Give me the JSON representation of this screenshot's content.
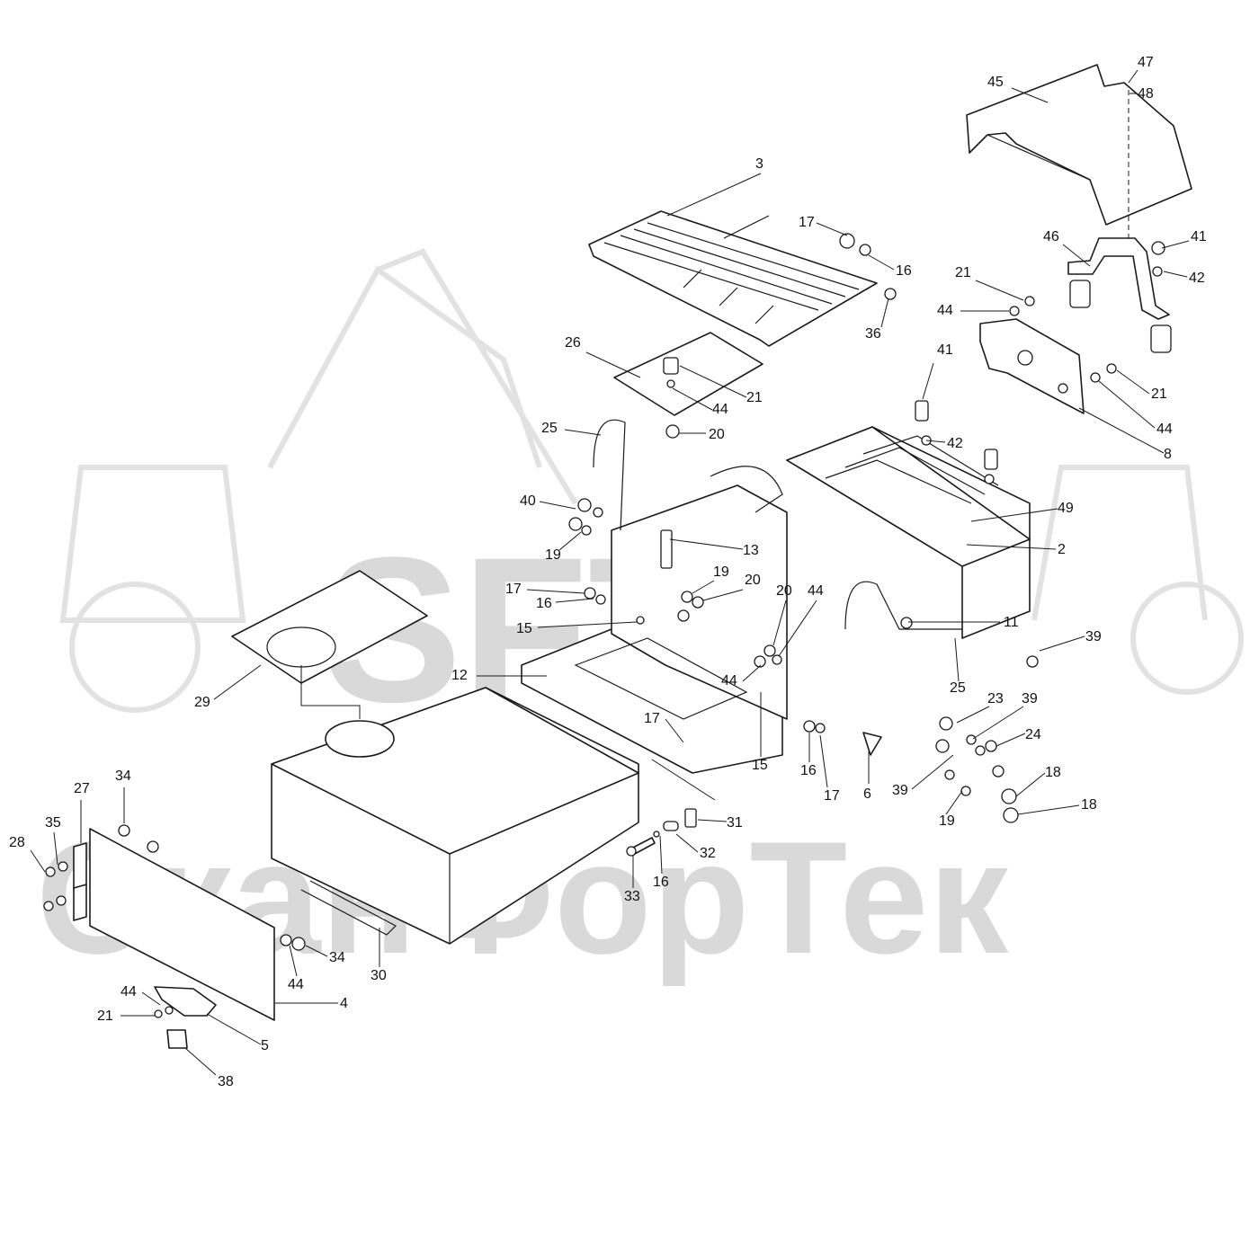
{
  "watermark": {
    "logo_text": "SFT",
    "company_text": "СканФорТек",
    "color": "#d9d9d9"
  },
  "parts": {
    "fuel_tank": "fuel-tank",
    "frame": "seat-frame",
    "battery_box": "battery-box",
    "step_grate": "step-grate",
    "cover": "hood-cover",
    "bracket_plate": "bracket-plate",
    "side_panel": "side-panel",
    "gasket_sheet": "gasket-sheet"
  },
  "callouts": [
    {
      "id": "c47",
      "label": "47"
    },
    {
      "id": "c48",
      "label": "48"
    },
    {
      "id": "c45",
      "label": "45"
    },
    {
      "id": "c3",
      "label": "3"
    },
    {
      "id": "c17a",
      "label": "17"
    },
    {
      "id": "c16a",
      "label": "16"
    },
    {
      "id": "c36",
      "label": "36"
    },
    {
      "id": "c46",
      "label": "46"
    },
    {
      "id": "c41a",
      "label": "41"
    },
    {
      "id": "c42a",
      "label": "42"
    },
    {
      "id": "c21a",
      "label": "21"
    },
    {
      "id": "c44a",
      "label": "44"
    },
    {
      "id": "c26",
      "label": "26"
    },
    {
      "id": "c21b",
      "label": "21"
    },
    {
      "id": "c44b",
      "label": "44"
    },
    {
      "id": "c21c",
      "label": "21"
    },
    {
      "id": "c44c",
      "label": "44"
    },
    {
      "id": "c41b",
      "label": "41"
    },
    {
      "id": "c8",
      "label": "8"
    },
    {
      "id": "c25a",
      "label": "25"
    },
    {
      "id": "c20a",
      "label": "20"
    },
    {
      "id": "c42b",
      "label": "42"
    },
    {
      "id": "c40",
      "label": "40"
    },
    {
      "id": "c49",
      "label": "49"
    },
    {
      "id": "c19a",
      "label": "19"
    },
    {
      "id": "c13",
      "label": "13"
    },
    {
      "id": "c2",
      "label": "2"
    },
    {
      "id": "c19b",
      "label": "19"
    },
    {
      "id": "c17b",
      "label": "17"
    },
    {
      "id": "c20b",
      "label": "20"
    },
    {
      "id": "c20c",
      "label": "20"
    },
    {
      "id": "c44d",
      "label": "44"
    },
    {
      "id": "c16b",
      "label": "16"
    },
    {
      "id": "c11",
      "label": "11"
    },
    {
      "id": "c15a",
      "label": "15"
    },
    {
      "id": "c39a",
      "label": "39"
    },
    {
      "id": "c12",
      "label": "12"
    },
    {
      "id": "c44e",
      "label": "44"
    },
    {
      "id": "c25b",
      "label": "25"
    },
    {
      "id": "c29",
      "label": "29"
    },
    {
      "id": "c23",
      "label": "23"
    },
    {
      "id": "c39b",
      "label": "39"
    },
    {
      "id": "c17c",
      "label": "17"
    },
    {
      "id": "c24",
      "label": "24"
    },
    {
      "id": "c15b",
      "label": "15"
    },
    {
      "id": "c16c",
      "label": "16"
    },
    {
      "id": "c17d",
      "label": "17"
    },
    {
      "id": "c6",
      "label": "6"
    },
    {
      "id": "c39c",
      "label": "39"
    },
    {
      "id": "c18a",
      "label": "18"
    },
    {
      "id": "c34a",
      "label": "34"
    },
    {
      "id": "c27",
      "label": "27"
    },
    {
      "id": "c19c",
      "label": "19"
    },
    {
      "id": "c18b",
      "label": "18"
    },
    {
      "id": "c35",
      "label": "35"
    },
    {
      "id": "c31",
      "label": "31"
    },
    {
      "id": "c28",
      "label": "28"
    },
    {
      "id": "c32",
      "label": "32"
    },
    {
      "id": "c33",
      "label": "33"
    },
    {
      "id": "c16d",
      "label": "16"
    },
    {
      "id": "c34b",
      "label": "34"
    },
    {
      "id": "c44f",
      "label": "44"
    },
    {
      "id": "c30",
      "label": "30"
    },
    {
      "id": "c44g",
      "label": "44"
    },
    {
      "id": "c4",
      "label": "4"
    },
    {
      "id": "c21d",
      "label": "21"
    },
    {
      "id": "c5",
      "label": "5"
    },
    {
      "id": "c38",
      "label": "38"
    }
  ]
}
